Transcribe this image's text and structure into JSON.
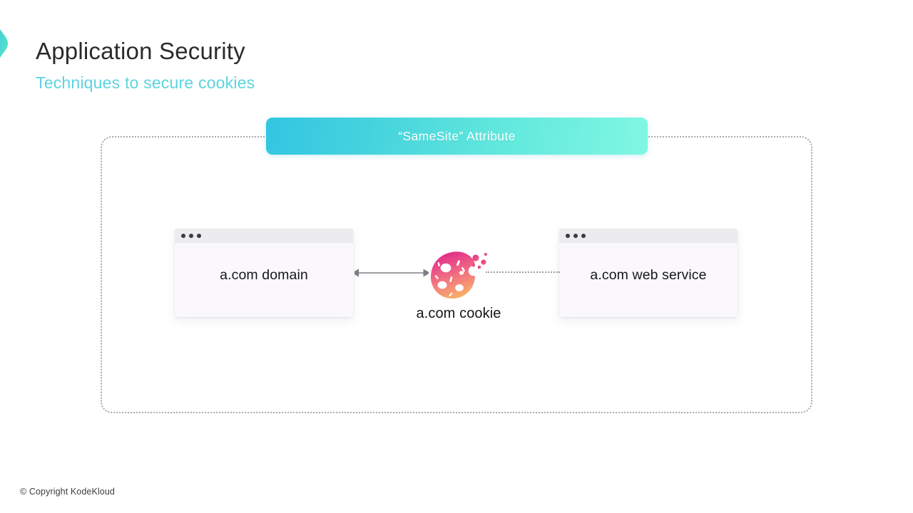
{
  "slide": {
    "title": "Application Security",
    "subtitle": "Techniques to secure cookies",
    "logo_icon": "chevron-right-icon",
    "background_color": "#ffffff"
  },
  "banner": {
    "label": "“SameSite” Attribute",
    "gradient_from": "#33c6e2",
    "gradient_to": "#80f7e2",
    "text_color": "#ffffff"
  },
  "diagram": {
    "frame_border_color": "#a9a9ad",
    "nodes": [
      {
        "id": "left-browser",
        "type": "browser-window",
        "label": "a.com domain",
        "window_dots": 3,
        "titlebar_color": "#ececef",
        "body_color": "#faf8fc"
      },
      {
        "id": "right-browser",
        "type": "browser-window",
        "label": "a.com web service",
        "window_dots": 3,
        "titlebar_color": "#ececef",
        "body_color": "#faf8fc"
      }
    ],
    "cookie": {
      "icon": "cookie-icon",
      "caption": "a.com cookie",
      "gradient_from": "#e0298a",
      "gradient_to": "#f7a55f"
    },
    "connectors": [
      {
        "id": "domain-to-cookie",
        "style": "solid",
        "arrowheads": "both",
        "color": "#7d7d84"
      },
      {
        "id": "cookie-to-service",
        "style": "dotted",
        "arrowheads": "none",
        "color": "#9a9aa0"
      }
    ]
  },
  "footer": {
    "copyright": "© Copyright KodeKloud"
  }
}
